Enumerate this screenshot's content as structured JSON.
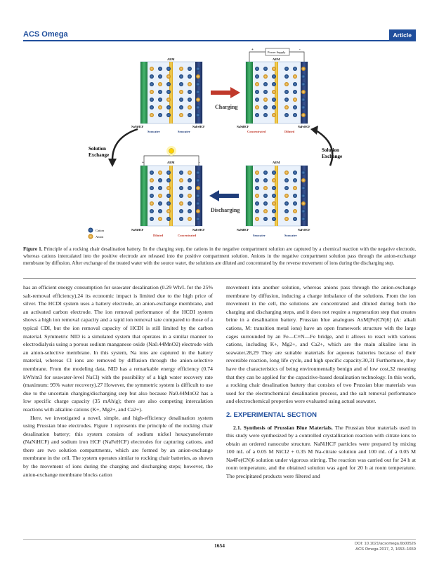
{
  "header": {
    "journal": "ACS Omega",
    "article_type": "Article"
  },
  "figure": {
    "labels": {
      "power_supply": "Power Supply",
      "aem": "AEM",
      "charging": "Charging",
      "discharging": "Discharging",
      "solution_exchange": "Solution Exchange",
      "nanihcf": "NaNiHCF",
      "nafehcf": "NaFeHCF",
      "seawater": "Seawater",
      "concentrated": "Concentrated",
      "diluted": "Diluted",
      "cation": "Cation",
      "anion": "Anion",
      "plus": "+",
      "minus": "-"
    }
  },
  "caption": {
    "label": "Figure 1.",
    "text": " Principle of a rocking chair desalination battery. In the charging step, the cations in the negative compartment solution are captured by a chemical reaction with the negative electrode, whereas cations intercalated into the positive electrode are released into the positive compartment solution. Anions in the negative compartment solution pass through the anion-exchange membrane by diffusion. After exchange of the treated water with the source water, the solutions are diluted and concentrated by the reverse movement of ions during the discharging step."
  },
  "body": {
    "left_p1": "has an efficient energy consumption for seawater desalination (0.29 Wh/L for the 25% salt-removal efficiency),24 its economic impact is limited due to the high price of silver. The HCDI system uses a battery electrode, an anion-exchange membrane, and an activated carbon electrode. The ion removal performance of the HCDI system shows a high ion removal capacity and a rapid ion removal rate compared to those of a typical CDI, but the ion removal capacity of HCDI is still limited by the carbon material. Symmetric NID is a simulated system that operates in a similar manner to electrodialysis using a porous sodium manganese oxide (Na0.44MnO2) electrode with an anion-selective membrane. In this system, Na ions are captured in the battery material, whereas Cl ions are removed by diffusion through the anion-selective membrane. From the modeling data, NID has a remarkable energy efficiency (0.74 kWh/m3 for seawater-level NaCl) with the possibility of a high water recovery rate (maximum: 95% water recovery).27 However, the symmetric system is difficult to use due to the uncertain charging/discharging step but also because Na0.44MnO2 has a low specific charge capacity (35 mAh/g); there are also competing intercalation reactions with alkaline cations (K+, Mg2+, and Ca2+).",
    "left_p2": "Here, we investigated a novel, simple, and high-efficiency desalination system using Prussian blue electrodes. Figure 1 represents the principle of the rocking chair desalination battery; this system consists of sodium nickel hexacyanoferrate (NaNiHCF) and sodium iron HCF (NaFeHCF) electrodes for capturing cations, and there are two solution compartments, which are formed by an anion-exchange membrane in the cell. The system operates similar to rocking chair batteries, as shown by the movement of ions during the charging and discharging steps; however, the anion-exchange membrane blocks cation",
    "right_p1": "movement into another solution, whereas anions pass through the anion-exchange membrane by diffusion, inducing a charge imbalance of the solutions. From the ion movement in the cell, the solutions are concentrated and diluted during both the charging and discharging steps, and it does not require a regeneration step that creates brine in a desalination battery. Prussian blue analogues AxM[Fe(CN)6] (A: alkali cations, M: transition metal ions) have an open framework structure with the large cages surrounded by an Fe—C≡N—Fe bridge, and it allows to react with various cations, including K+, Mg2+, and Ca2+, which are the main alkaline ions in seawater.28,29 They are suitable materials for aqueous batteries because of their reversible reaction, long life cycle, and high specific capacity.30,31 Furthermore, they have the characteristics of being environmentally benign and of low cost,32 meaning that they can be applied for the capacitive-based desalination technology. In this work, a rocking chair desalination battery that consists of two Prussian blue materials was used for the electrochemical desalination process, and the salt removal performance and electrochemical properties were evaluated using actual seawater.",
    "section_heading": "2. EXPERIMENTAL SECTION",
    "subsection_heading": "2.1. Synthesis of Prussian Blue Materials.",
    "right_p2": " The Prussian blue materials used in this study were synthesized by a controlled crystallization reaction with citrate ions to obtain an ordered nanocube structure. NaNiHCF particles were prepared by mixing 100 mL of a 0.05 M NiCl2 + 0.35 M Na-citrate solution and 100 mL of a 0.05 M Na4Fe(CN)6 solution under vigorous stirring. The reaction was carried out for 24 h at room temperature, and the obtained solution was aged for 20 h at room temperature. The precipitated products were filtered and"
  },
  "footer": {
    "page_number": "1654",
    "doi": "DOI: 10.1021/acsomega.6b00526",
    "citation": "ACS Omega 2017, 2, 1653−1659"
  },
  "colors": {
    "accent": "#1f4e9c",
    "cation": "#1c4f8a",
    "anion": "#d99a1c",
    "electrode_green": "#2f9b57",
    "aem_yellow": "#e8c23a"
  }
}
